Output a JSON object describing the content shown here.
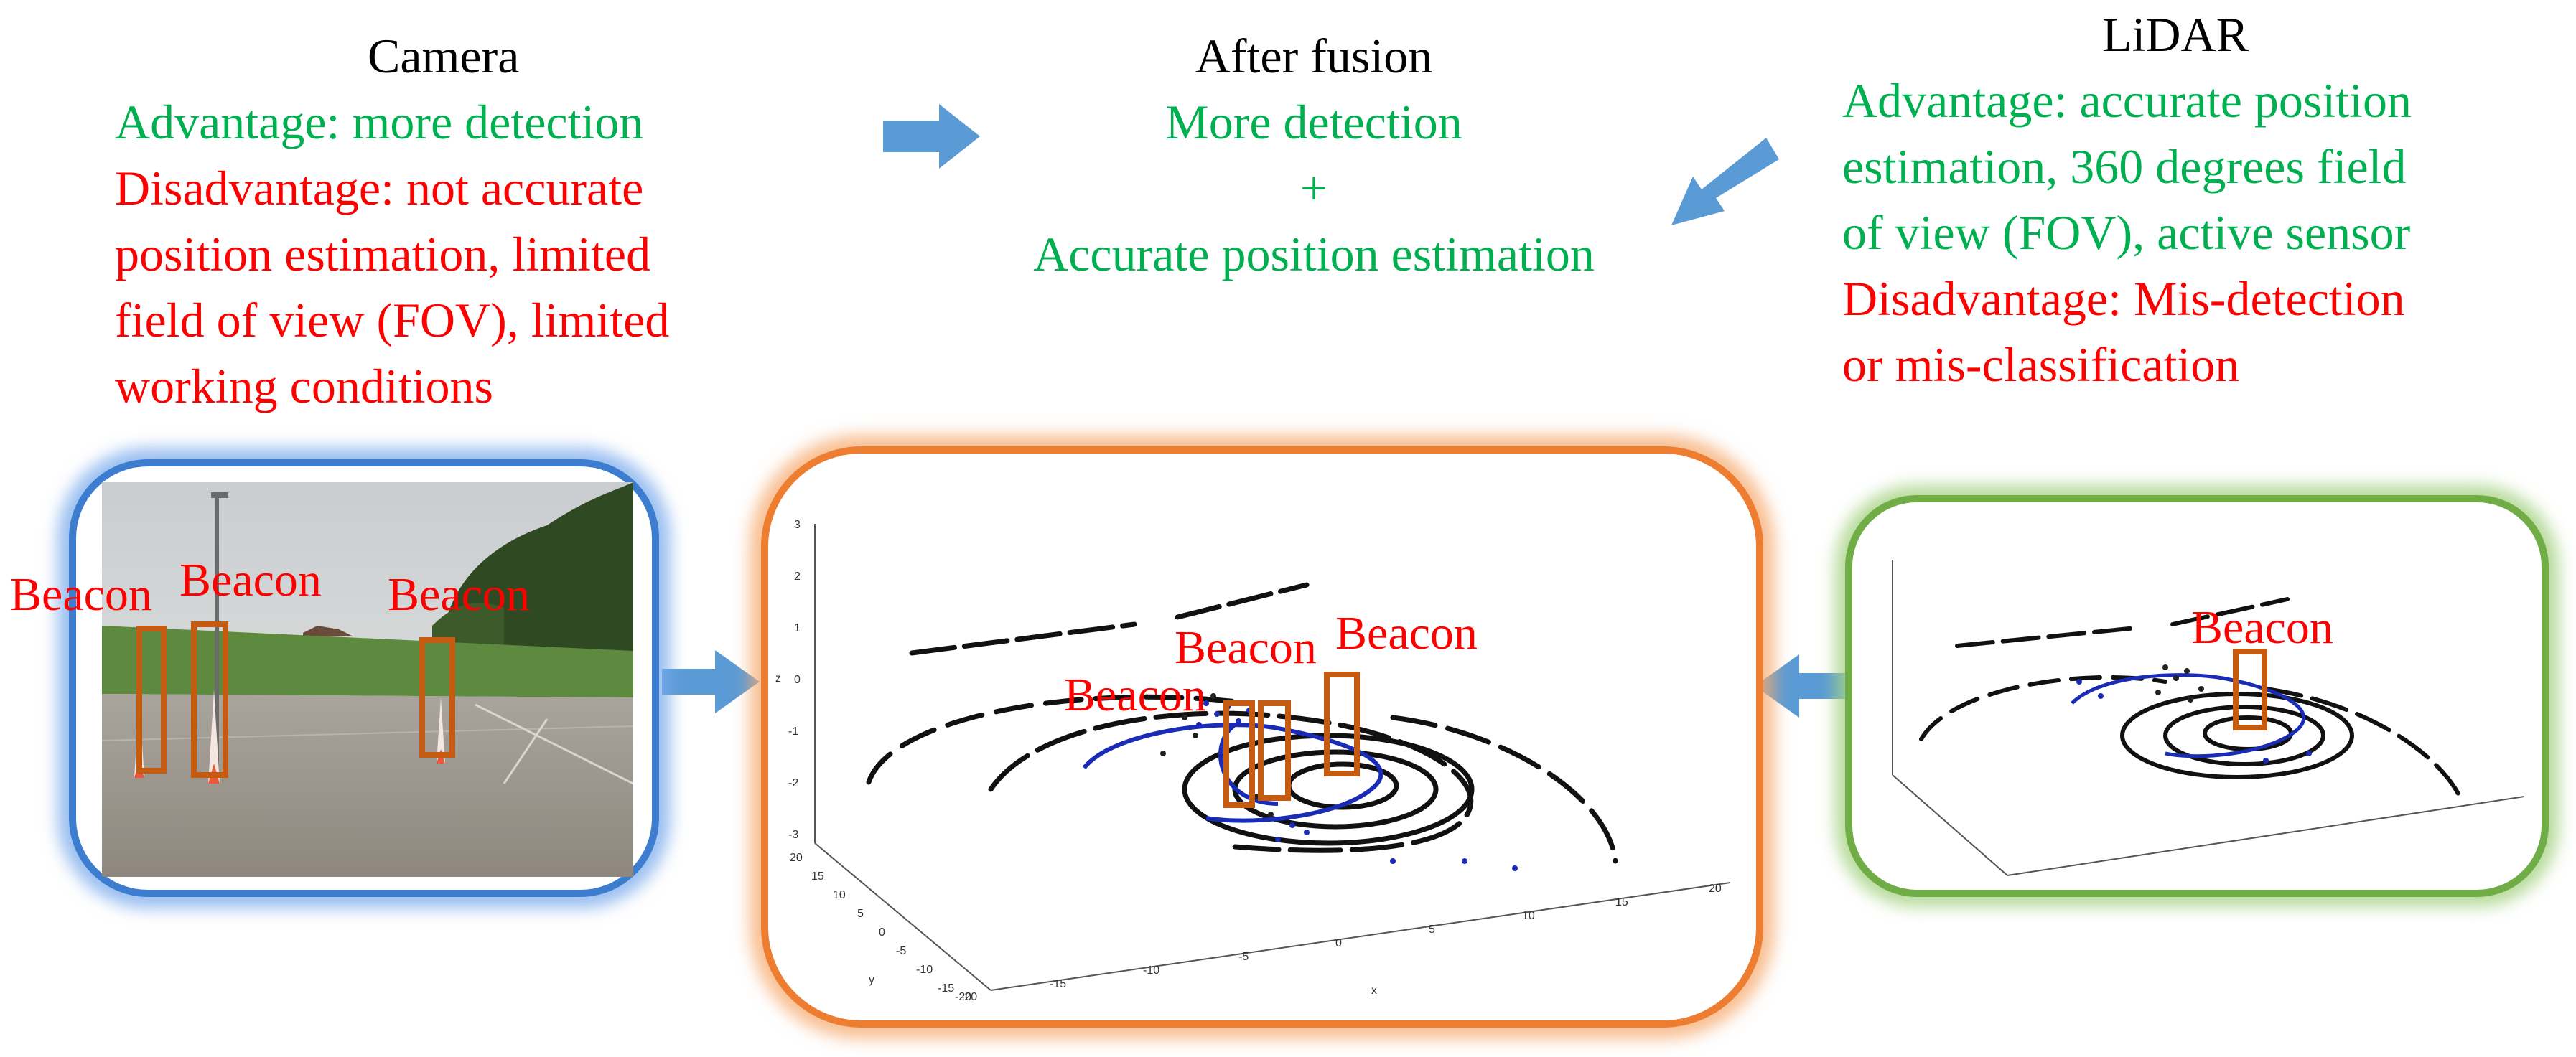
{
  "camera": {
    "title": "Camera",
    "advantage": "Advantage: more detection",
    "disadvantage_lines": [
      "Disadvantage: not accurate",
      "position estimation, limited",
      "field of view (FOV), limited",
      "working conditions"
    ],
    "beacon_labels": [
      "Beacon",
      "Beacon",
      "Beacon"
    ]
  },
  "fusion": {
    "title": "After fusion",
    "line1": "More detection",
    "plus": "+",
    "line2": "Accurate position estimation",
    "beacon_labels": [
      "Beacon",
      "Beacon",
      "Beacon"
    ],
    "z_ticks": [
      "3",
      "2",
      "1",
      "0",
      "-1",
      "-2",
      "-3"
    ],
    "y_ticks": [
      "20",
      "15",
      "10",
      "5",
      "0",
      "-5",
      "-10",
      "-15",
      "-20"
    ],
    "x_ticks": [
      "-20",
      "-15",
      "-10",
      "-5",
      "0",
      "5",
      "10",
      "15",
      "20"
    ],
    "z_label": "z",
    "y_label": "y",
    "x_label": "x"
  },
  "lidar": {
    "title": "LiDAR",
    "advantage_lines": [
      "Advantage: accurate position",
      "estimation, 360 degrees field",
      "of view (FOV), active sensor"
    ],
    "disadvantage_lines": [
      "Disadvantage: Mis-detection",
      "or mis-classification"
    ],
    "beacon_label": "Beacon"
  },
  "colors": {
    "green_text": "#00b050",
    "red_text": "#ff0000",
    "arrow": "#5b9bd5",
    "camera_border": "#3c7dd0",
    "fusion_border": "#ed7d31",
    "lidar_border": "#70ad47",
    "detection_box": "#c55a11"
  },
  "icons": [
    "arrow-right-icon",
    "arrow-down-left-icon",
    "arrow-left-icon"
  ]
}
